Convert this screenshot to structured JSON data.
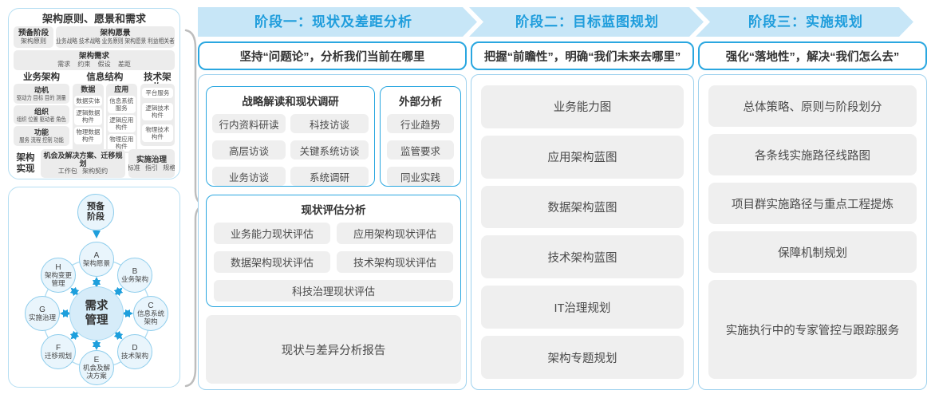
{
  "colors": {
    "accent_blue": "#2aa7e0",
    "band_fill": "#c7e6f7",
    "band_text": "#1f9ddc",
    "container_border": "#9fd2ee",
    "gray_box_fill": "#efefef",
    "circle_fill": "#e9f5fc",
    "circle_border": "#8ecdec",
    "center_circle_fill": "#d6ecf9",
    "arrow_blue": "#1e9fdc",
    "brace_gray": "#bdbdbd"
  },
  "left": {
    "principles": {
      "title": "架构原则、愿景和需求",
      "prep": {
        "title": "预备阶段",
        "sub": "架构原则"
      },
      "vision": {
        "title": "架构愿景",
        "sub": "业务战略 技术战略 业务原则 架构愿景 利益相关者"
      },
      "requirements": {
        "title": "架构需求",
        "sub": "需求 约束 假设 差距"
      },
      "business": {
        "title": "业务架构",
        "items": [
          {
            "title": "动机",
            "sub": "驱动力 目标 目的 测量"
          },
          {
            "title": "组织",
            "sub": "组织 位置 驱动者 角色"
          },
          {
            "title": "功能",
            "sub": "服务 流程 控制 功能"
          }
        ]
      },
      "information": {
        "title": "信息结构",
        "data_col": {
          "title": "数据",
          "items": [
            "数据实体",
            "逻辑数据构件",
            "物理数据构件"
          ]
        },
        "app_col": {
          "title": "应用",
          "items": [
            "信息系统服务",
            "逻辑应用构件",
            "物理应用构件"
          ]
        }
      },
      "technology": {
        "title": "技术架构",
        "items": [
          "平台服务",
          "逻辑技术构件",
          "物理技术构件"
        ]
      },
      "realization": {
        "title": "架构实现",
        "items": [
          {
            "title": "机会及解决方案、迁移规划",
            "sub": "工作包 架构契约"
          },
          {
            "title": "实施治理",
            "sub": "标准 指引 规格"
          }
        ]
      }
    },
    "adm": {
      "prep": "预备阶段",
      "center": "需求管理",
      "nodes": [
        {
          "letter": "A",
          "label": "架构愿景"
        },
        {
          "letter": "B",
          "label": "业务架构"
        },
        {
          "letter": "C",
          "label": "信息系统架构"
        },
        {
          "letter": "D",
          "label": "技术架构"
        },
        {
          "letter": "E",
          "label": "机会及解决方案"
        },
        {
          "letter": "F",
          "label": "迁移规划"
        },
        {
          "letter": "G",
          "label": "实施治理"
        },
        {
          "letter": "H",
          "label": "架构变更管理"
        }
      ]
    }
  },
  "phases": [
    {
      "header": "阶段一：现状及差距分析",
      "subtitle": "坚持“问题论”，分析我们当前在哪里",
      "strategy": {
        "title": "战略解读和现状调研",
        "items": [
          "行内资料研读",
          "科技访谈",
          "高层访谈",
          "关键系统访谈",
          "业务访谈",
          "系统调研"
        ]
      },
      "external": {
        "title": "外部分析",
        "items": [
          "行业趋势",
          "监管要求",
          "同业实践"
        ]
      },
      "assessment": {
        "title": "现状评估分析",
        "items": [
          "业务能力现状评估",
          "应用架构现状评估",
          "数据架构现状评估",
          "技术架构现状评估",
          "科技治理现状评估"
        ]
      },
      "report": "现状与差异分析报告"
    },
    {
      "header": "阶段二：目标蓝图规划",
      "subtitle": "把握“前瞻性”，明确“我们未来去哪里”",
      "items": [
        "业务能力图",
        "应用架构蓝图",
        "数据架构蓝图",
        "技术架构蓝图",
        "IT治理规划",
        "架构专题规划"
      ]
    },
    {
      "header": "阶段三：实施规划",
      "subtitle": "强化“落地性”，解决“我们怎么去”",
      "items": [
        "总体策略、原则与阶段划分",
        "各条线实施路径线路图",
        "项目群实施路径与重点工程提炼",
        "保障机制规划",
        "实施执行中的专家管控与跟踪服务"
      ]
    }
  ]
}
